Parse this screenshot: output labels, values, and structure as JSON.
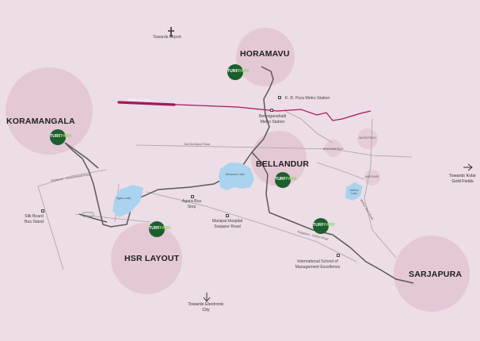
{
  "areas": {
    "horamavu": "HORAMAVU",
    "koramangala": "KORAMANGALA",
    "bellandur": "BELLANDUR",
    "hsr_layout": "HSR LAYOUT",
    "sarjapura": "SARJAPURA"
  },
  "places": {
    "towards_airport": "Towards Airport",
    "kr_puram_metro": "K. R. Pura Metro Station",
    "benniganahalli_metro": "Benniganahalli Metro Station",
    "brookefield": "BROOKEFIELD",
    "whitefield": "WHITEFIELD",
    "varthur": "VARTHUR",
    "towards_kolar": "Towards Kolar Gold Fields",
    "silk_board": "Silk Board Bus Stand",
    "agara_bus_stop": "Agara Bus Stop",
    "manipal_hospital": "Manipal Hospital Sarjapur Road",
    "international_school": "International School of Management Excellence",
    "towards_electronic_city": "Towards Electronic City"
  },
  "roads": {
    "purple_line_metro": "Purple Line Metro",
    "old_airport_road": "Hal Old Airport Road",
    "sarjapura_road": "Sarjapura - Varthur Road",
    "hosur_road": "Sarjapura - Hosakerehalli Road",
    "varthur_road": "Varthur Main Road"
  },
  "lakes": {
    "bellandur_lake": "Bellandur Lake",
    "agara_lake": "Agara Lake",
    "varthur_lake": "Varthur Lake"
  },
  "brand": {
    "word_a": "TURF",
    "word_b": "PARK",
    "color": "#1c5e2e"
  },
  "colors": {
    "background": "#ecdde6",
    "area_circle": "#e4c8d6",
    "main_route": "#555555",
    "metro": "#a3185e",
    "lake": "#a9d3ef"
  }
}
